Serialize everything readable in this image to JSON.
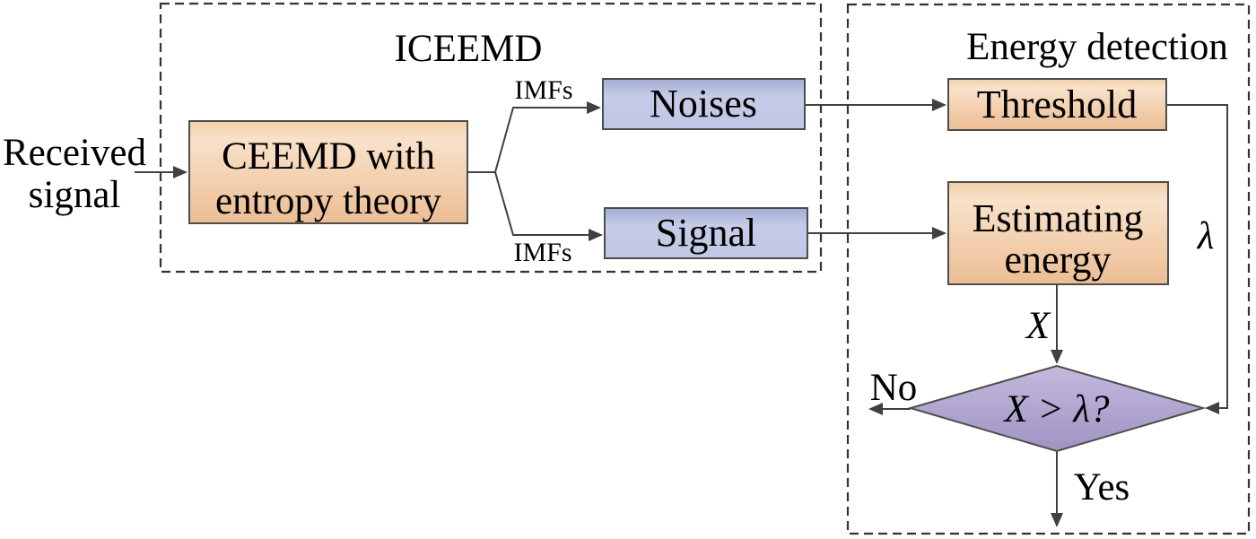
{
  "received": {
    "line1": "Received",
    "line2": "signal"
  },
  "iceemd": {
    "title": "ICEEMD",
    "ceemd": {
      "line1": "CEEMD with",
      "line2": "entropy theory"
    },
    "imfs_top": "IMFs",
    "imfs_bottom": "IMFs",
    "noises": "Noises",
    "signal": "Signal"
  },
  "energy": {
    "title": "Energy detection",
    "threshold": "Threshold",
    "estimating": {
      "line1": "Estimating",
      "line2": "energy"
    },
    "lambda": "λ",
    "x": "X",
    "decision": "X > λ?",
    "no": "No",
    "yes": "Yes"
  },
  "colors": {
    "process_fill_top": "#f2cfa9",
    "process_fill_mid": "#f9e2ca",
    "process_fill_bottom": "#ecbd93",
    "data_fill_top": "#a3aed2",
    "data_fill_mid": "#c6cce8",
    "data_fill_bottom": "#bfc7e4",
    "decision_fill_top": "#c3badd",
    "decision_fill_bottom": "#a093c3",
    "line": "#404040",
    "border": "#4d4d4d",
    "dashed_border": "#333333"
  }
}
